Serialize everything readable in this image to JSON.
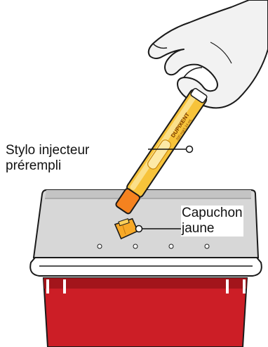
{
  "labels": {
    "pen": [
      "Stylo injecteur",
      "prérempli"
    ],
    "cap": [
      "Capuchon",
      "jaune"
    ]
  },
  "pen_brand_text": "DUPIXENT",
  "pen_small_text": "200 mg/1,14 mL",
  "colors": {
    "container_red": "#cc1e26",
    "container_dark_red": "#8e0f14",
    "lid_gray": "#d9d9d9",
    "pen_orange": "#f29d1e",
    "pen_yellow": "#f7c33a",
    "pen_cap": "#f5821f",
    "outline": "#1a1a1a"
  },
  "icons": {
    "hand": "hand-icon",
    "pen": "prefilled-pen-icon",
    "cap": "yellow-cap-icon",
    "container": "sharps-container-icon"
  }
}
